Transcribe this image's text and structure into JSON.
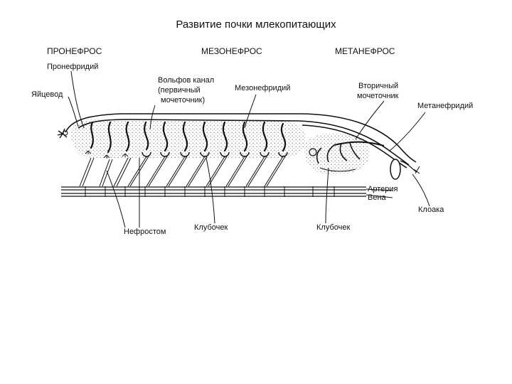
{
  "title": "Развитие почки млекопитающих",
  "headers": {
    "pronephros": "ПРОНЕФРОС",
    "mesonephros": "МЕЗОНЕФРОС",
    "metanephros": "МЕТАНЕФРОС"
  },
  "labels": {
    "pronephridium": "Пронефридий",
    "oviduct": "Яйцевод",
    "wolffian_line1": "Вольфов канал",
    "wolffian_line2": "(первичный",
    "wolffian_line3": "мочеточник)",
    "mesonephridium": "Мезонефридий",
    "secondary_line1": "Вторичный",
    "secondary_line2": "мочеточник",
    "metanephridium": "Метанефридий",
    "artery": "Артерия",
    "vein": "Вена",
    "cloaca": "Клоака",
    "nephrostome": "Нефростом",
    "glomerulus_1": "Клубочек",
    "glomerulus_2": "Клубочек"
  }
}
